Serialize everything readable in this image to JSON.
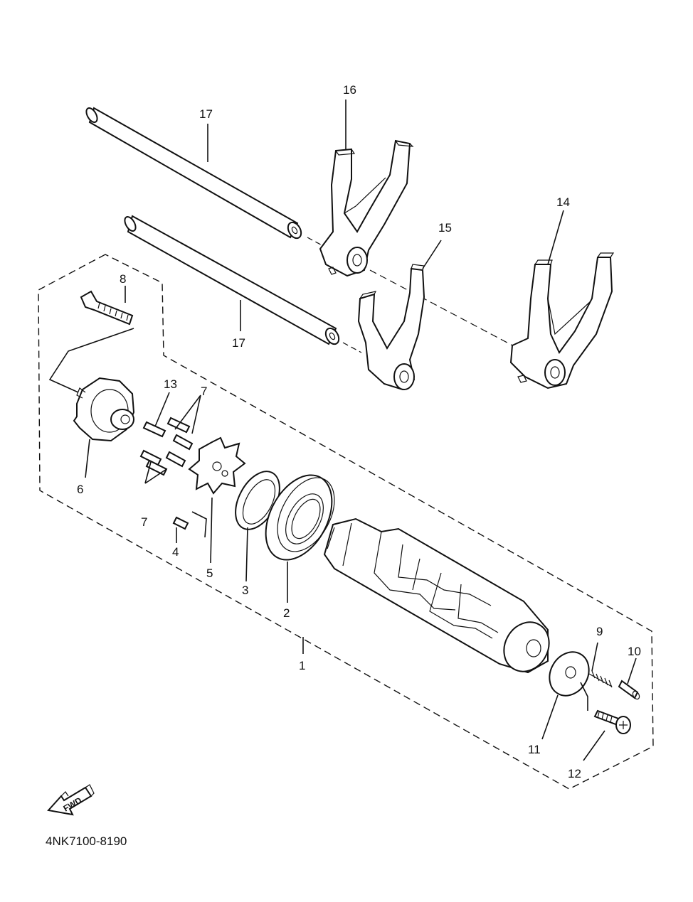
{
  "callouts": {
    "c1": "1",
    "c2": "2",
    "c3": "3",
    "c4": "4",
    "c5": "5",
    "c6": "6",
    "c7a": "7",
    "c7b": "7",
    "c8": "8",
    "c9": "9",
    "c10": "10",
    "c11": "11",
    "c12": "12",
    "c13": "13",
    "c14": "14",
    "c15": "15",
    "c16": "16",
    "c17a": "17",
    "c17b": "17"
  },
  "fwd_label": "FWD",
  "part_number": "4NK7100-8190"
}
